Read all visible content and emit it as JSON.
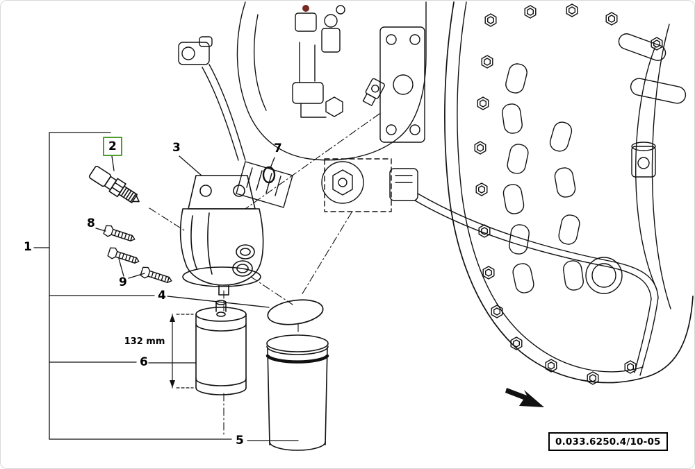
{
  "callouts": {
    "part1": {
      "label": "1",
      "highlighted": false
    },
    "part2": {
      "label": "2",
      "highlighted": true
    },
    "part3": {
      "label": "3",
      "highlighted": false
    },
    "part4": {
      "label": "4",
      "highlighted": false
    },
    "part5": {
      "label": "5",
      "highlighted": false
    },
    "part6": {
      "label": "6",
      "highlighted": false
    },
    "part7": {
      "label": "7",
      "highlighted": false
    },
    "part8": {
      "label": "8",
      "highlighted": false
    },
    "part9": {
      "label": "9",
      "highlighted": false
    }
  },
  "dimension": {
    "label": "132 mm"
  },
  "reference": {
    "code": "0.033.6250.4/10-05"
  },
  "colors": {
    "highlight": "#4f9d2f",
    "line": "#000000",
    "background": "#ffffff"
  }
}
